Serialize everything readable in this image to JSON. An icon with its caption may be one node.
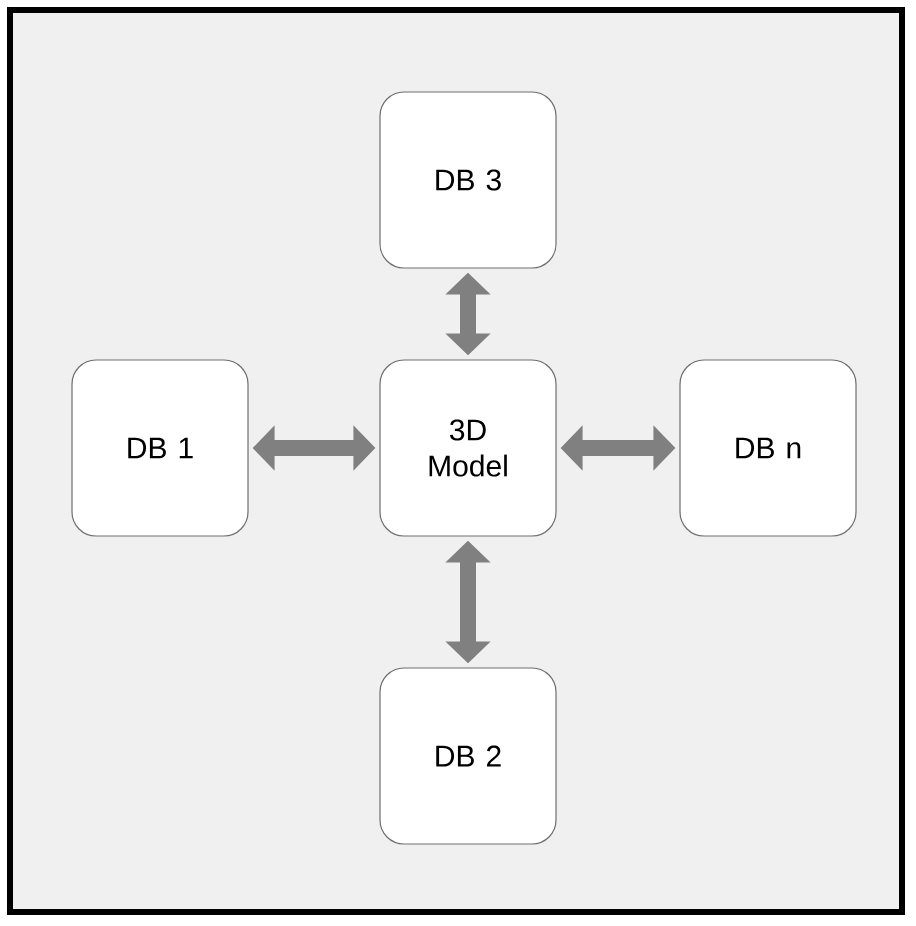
{
  "diagram": {
    "nodes": [
      {
        "text": [
          "DB 3"
        ]
      },
      {
        "text": [
          "DB 1"
        ]
      },
      {
        "text": [
          "3D Model"
        ]
      },
      {
        "text": [
          "DB n"
        ]
      },
      {
        "text": [
          "DB 2"
        ]
      }
    ],
    "edges": [
      {
        "from": 2,
        "to": 0,
        "arrow": "both"
      },
      {
        "from": 2,
        "to": 1,
        "arrow": "both"
      },
      {
        "from": 2,
        "to": 3,
        "arrow": "both"
      },
      {
        "from": 2,
        "to": 4,
        "arrow": "both"
      }
    ]
  }
}
